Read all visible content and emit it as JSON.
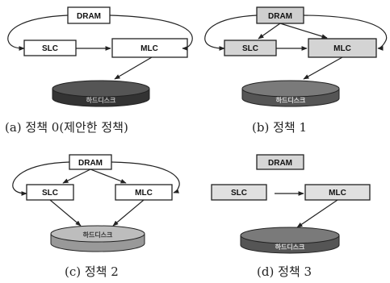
{
  "panels": [
    {
      "id": "a",
      "caption": "(a) 정책 0(제안한 정책)",
      "nodes": {
        "dram": "DRAM",
        "slc": "SLC",
        "mlc": "MLC",
        "disk": "하드디스크"
      },
      "fill_dram": "#ffffff",
      "fill_flash": "#ffffff",
      "fill_disk": "#555555",
      "disk_text_color": "#bbbbbb"
    },
    {
      "id": "b",
      "caption": "(b) 정책 1",
      "nodes": {
        "dram": "DRAM",
        "slc": "SLC",
        "mlc": "MLC",
        "disk": "하드디스크"
      },
      "fill_dram": "#cfcfcf",
      "fill_flash": "#d4d4d4",
      "fill_disk": "#7a7a7a",
      "disk_text_color": "#dddddd"
    },
    {
      "id": "c",
      "caption": "(c) 정책 2",
      "nodes": {
        "dram": "DRAM",
        "slc": "SLC",
        "mlc": "MLC",
        "disk": "하드디스크"
      },
      "fill_dram": "#ffffff",
      "fill_flash": "#ffffff",
      "fill_disk": "#bdbdbd",
      "disk_text_color": "#333333"
    },
    {
      "id": "d",
      "caption": "(d) 정책 3",
      "nodes": {
        "dram": "DRAM",
        "slc": "SLC",
        "mlc": "MLC",
        "disk": "하드디스크"
      },
      "fill_dram": "#d6d6d6",
      "fill_flash": "#e0e0e0",
      "fill_disk": "#7a7a7a",
      "disk_text_color": "#dddddd"
    }
  ]
}
